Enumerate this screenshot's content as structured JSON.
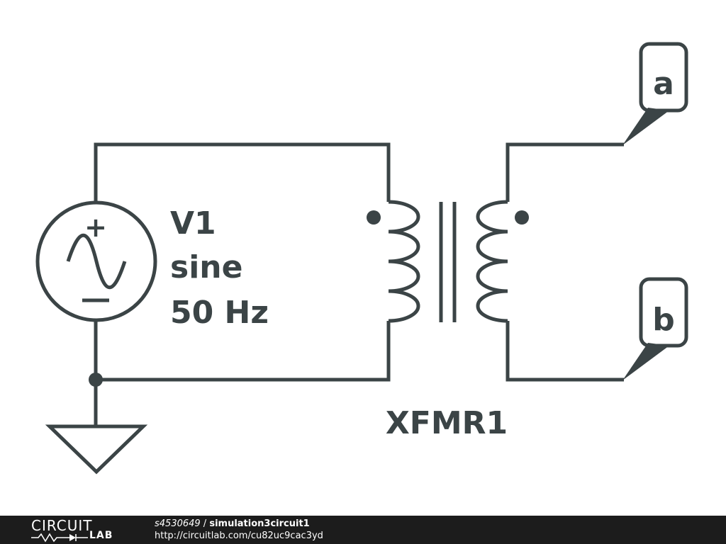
{
  "schematic": {
    "source": {
      "name": "V1",
      "type": "sine",
      "frequency": "50 Hz",
      "plus_sign": "+",
      "minus_sign": "—"
    },
    "transformer": {
      "name": "XFMR1"
    },
    "terminals": [
      {
        "label": "a"
      },
      {
        "label": "b"
      }
    ]
  },
  "footer": {
    "logo_top": "CIRCUIT",
    "logo_bottom": "LAB",
    "user": "s4530649",
    "separator": " / ",
    "circuit_name": "simulation3circuit1",
    "url": "http://circuitlab.com/cu82uc9cac3yd"
  },
  "colors": {
    "wire": "#3b4446",
    "footer_bg": "#1c1c1c",
    "background": "#ffffff"
  }
}
